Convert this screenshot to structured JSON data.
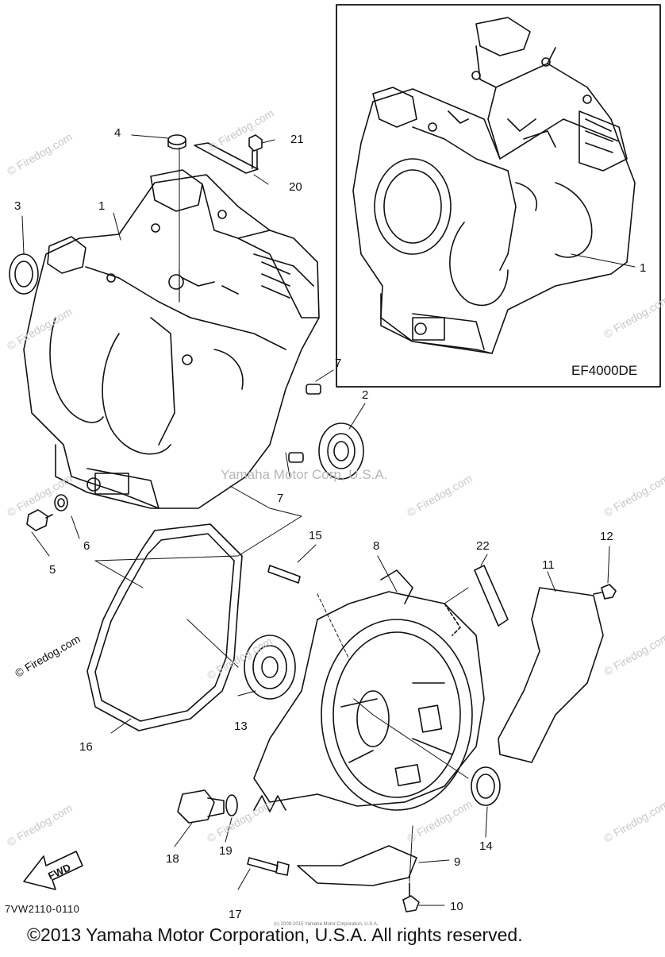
{
  "diagram": {
    "variant_label": "EF4000DE",
    "part_code": "7VW2110-0110",
    "copyright": "©2013 Yamaha Motor Corporation, U.S.A. All rights reserved.",
    "fine_print": "(c) 2009-2015 Yamaha Motor Corporation, U.S.A.",
    "center_watermark": "Yamaha Motor Corp, U.S.A.",
    "fwd_label": "FWD",
    "watermark_text": "© Firedog.com",
    "callouts": [
      {
        "id": "c1",
        "text": "1"
      },
      {
        "id": "c1b",
        "text": "1"
      },
      {
        "id": "c2",
        "text": "2"
      },
      {
        "id": "c3",
        "text": "3"
      },
      {
        "id": "c4",
        "text": "4"
      },
      {
        "id": "c5",
        "text": "5"
      },
      {
        "id": "c6",
        "text": "6"
      },
      {
        "id": "c7a",
        "text": "7"
      },
      {
        "id": "c7b",
        "text": "7"
      },
      {
        "id": "c8",
        "text": "8"
      },
      {
        "id": "c9",
        "text": "9"
      },
      {
        "id": "c10",
        "text": "10"
      },
      {
        "id": "c11",
        "text": "11"
      },
      {
        "id": "c12",
        "text": "12"
      },
      {
        "id": "c13",
        "text": "13"
      },
      {
        "id": "c14",
        "text": "14"
      },
      {
        "id": "c15",
        "text": "15"
      },
      {
        "id": "c16",
        "text": "16"
      },
      {
        "id": "c17",
        "text": "17"
      },
      {
        "id": "c18",
        "text": "18"
      },
      {
        "id": "c19",
        "text": "19"
      },
      {
        "id": "c20",
        "text": "20"
      },
      {
        "id": "c21",
        "text": "21"
      },
      {
        "id": "c22",
        "text": "22"
      }
    ]
  }
}
